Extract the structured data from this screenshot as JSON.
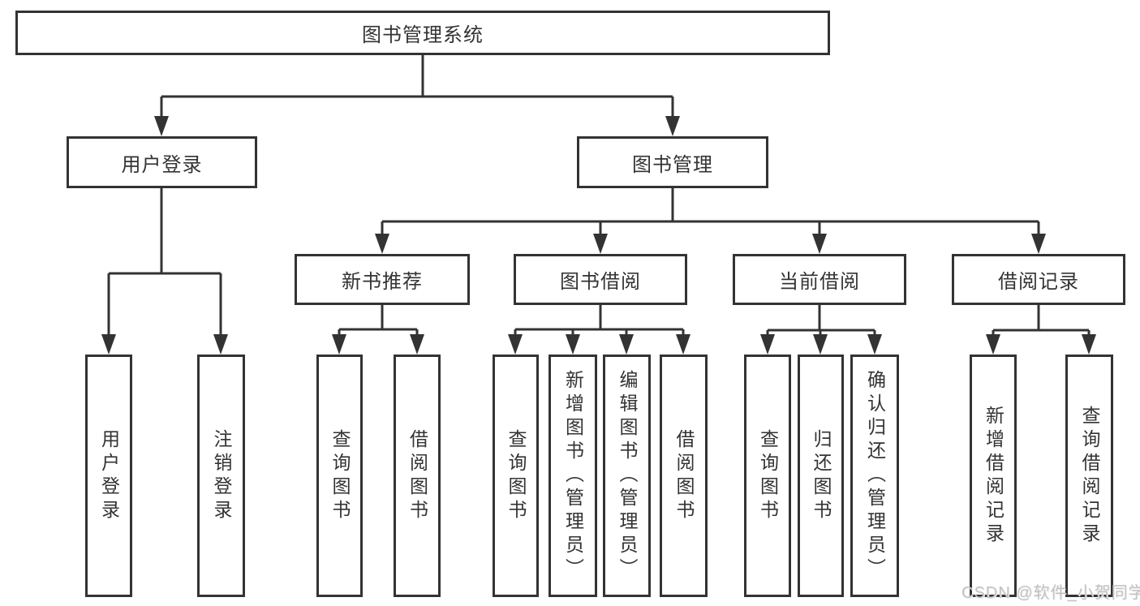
{
  "diagram": {
    "title": "图书管理系统",
    "colors": {
      "line": "#333333",
      "text": "#333333",
      "background": "#ffffff"
    },
    "tree": {
      "label": "图书管理系统",
      "children": [
        {
          "label": "用户登录",
          "children": [
            {
              "label": "用户登录"
            },
            {
              "label": "注销登录"
            }
          ]
        },
        {
          "label": "图书管理",
          "children": [
            {
              "label": "新书推荐",
              "children": [
                {
                  "label": "查询图书"
                },
                {
                  "label": "借阅图书"
                }
              ]
            },
            {
              "label": "图书借阅",
              "children": [
                {
                  "label": "查询图书"
                },
                {
                  "label": "新增图书（管理员）"
                },
                {
                  "label": "编辑图书（管理员）"
                },
                {
                  "label": "借阅图书"
                }
              ]
            },
            {
              "label": "当前借阅",
              "children": [
                {
                  "label": "查询图书"
                },
                {
                  "label": "归还图书"
                },
                {
                  "label": "确认归还（管理员）"
                }
              ]
            },
            {
              "label": "借阅记录",
              "children": [
                {
                  "label": "新增借阅记录"
                },
                {
                  "label": "查询借阅记录"
                }
              ]
            }
          ]
        }
      ]
    }
  },
  "watermark": {
    "text": "CSDN @软件_小贺同学",
    "color": "#c2c2c2"
  }
}
